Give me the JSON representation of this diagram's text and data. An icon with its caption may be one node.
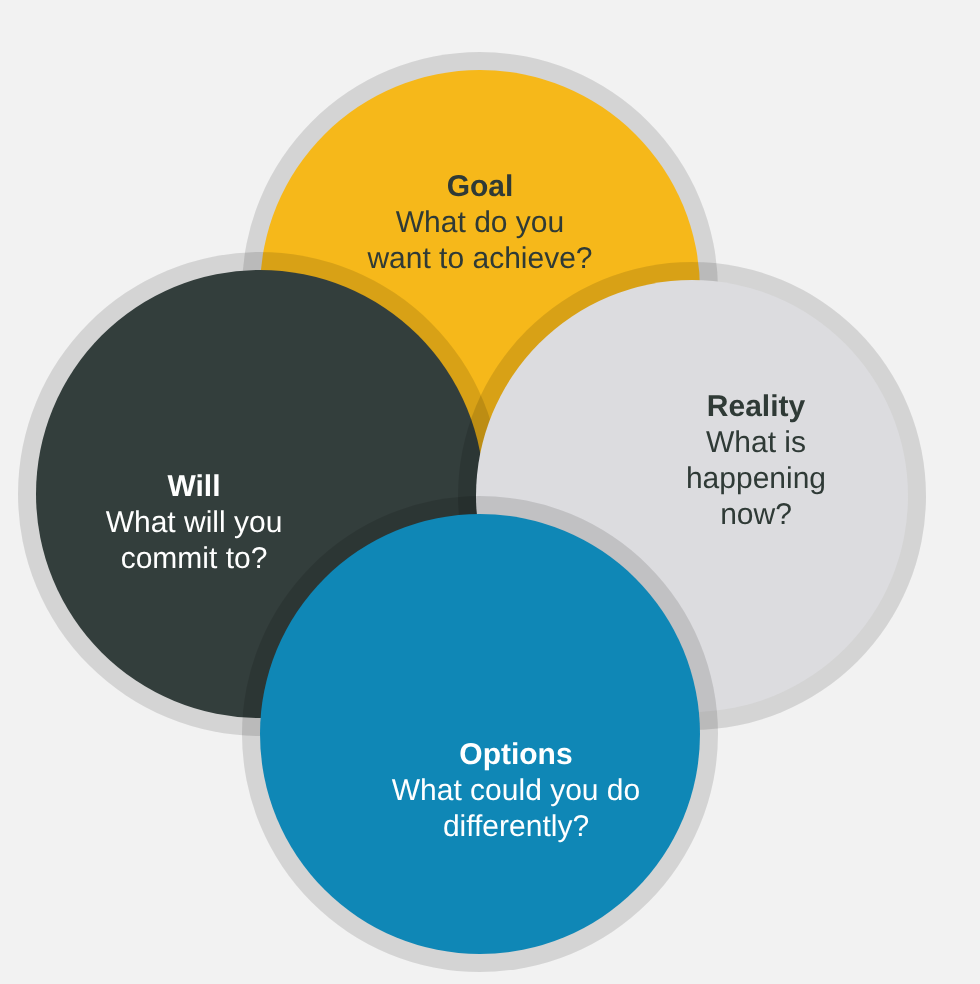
{
  "diagram": {
    "nodes": [
      {
        "text": [
          "Goal",
          "What do you want to achieve?"
        ]
      },
      {
        "text": [
          "Will",
          "What will you commit to?"
        ]
      },
      {
        "text": [
          "Reality",
          "What is happening now?"
        ]
      },
      {
        "text": [
          "Options",
          "What could you do differently?"
        ]
      }
    ]
  }
}
